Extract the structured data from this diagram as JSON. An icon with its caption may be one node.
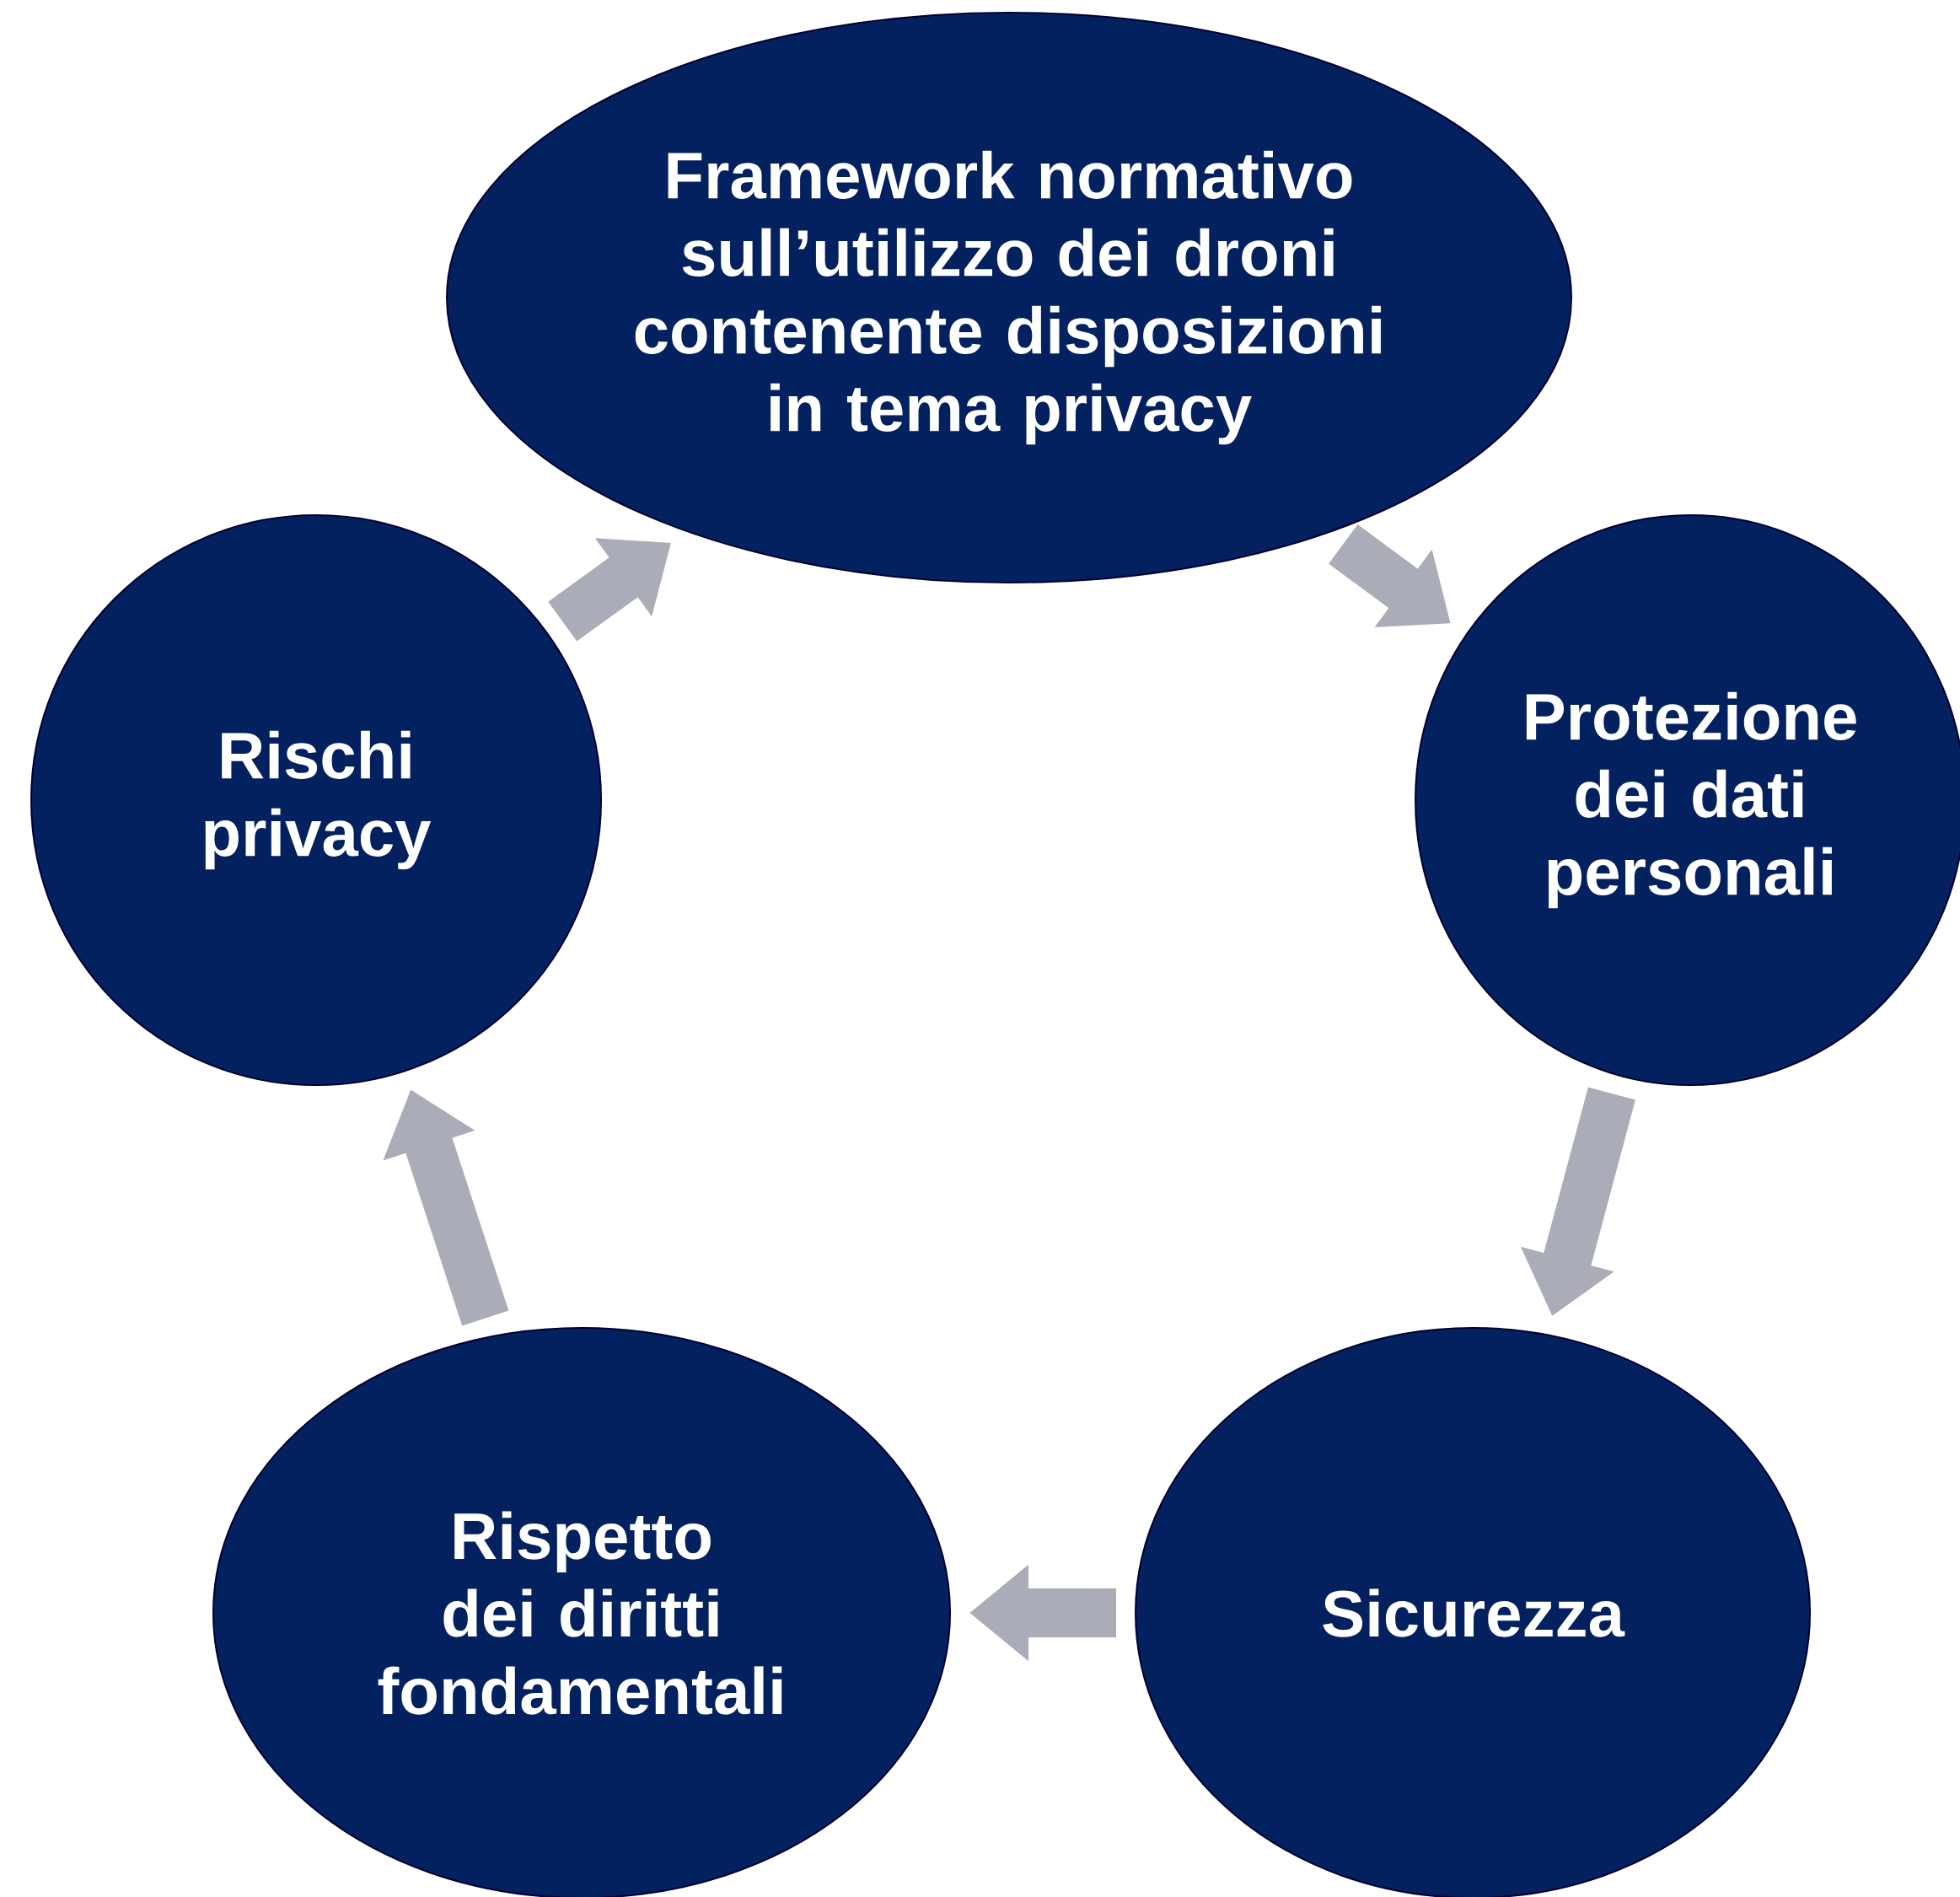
{
  "diagram": {
    "nodes": [
      {
        "text": [
          "Framework normativo sull’utilizzo dei droni contenente disposizioni in tema privacy"
        ]
      },
      {
        "text": [
          "Protezione dei dati personali"
        ]
      },
      {
        "text": [
          "Sicurezza"
        ]
      },
      {
        "text": [
          "Rispetto dei diritti fondamentali"
        ]
      },
      {
        "text": [
          "Rischi privacy"
        ]
      }
    ],
    "edges": [
      {
        "from": 0,
        "to": 1,
        "arrow": "to"
      },
      {
        "from": 1,
        "to": 2,
        "arrow": "to"
      },
      {
        "from": 2,
        "to": 3,
        "arrow": "to"
      },
      {
        "from": 3,
        "to": 4,
        "arrow": "to"
      },
      {
        "from": 4,
        "to": 0,
        "arrow": "to"
      }
    ]
  }
}
